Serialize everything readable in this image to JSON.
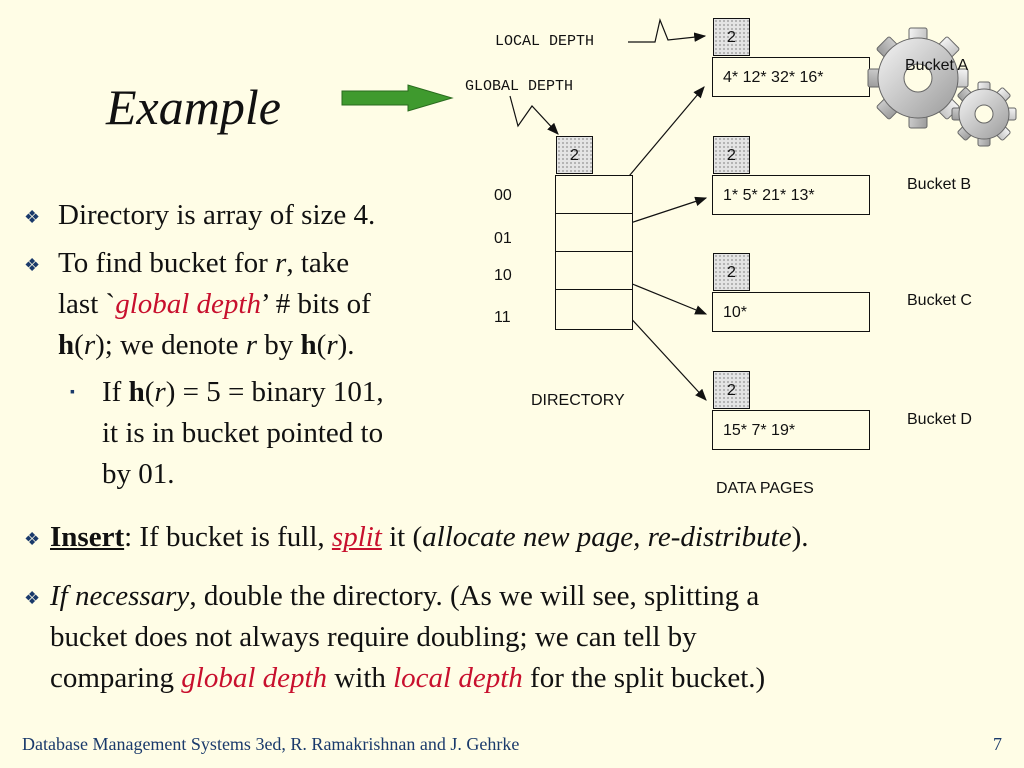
{
  "title": "Example",
  "bullets": [
    {
      "text": "Directory is array of size 4."
    },
    {
      "pre": "To find bucket for ",
      "r": "r",
      "mid1": ", take",
      "line2a": "last `",
      "gd": "global depth",
      "line2b": "’ # bits of",
      "h": "h",
      "p1": "(",
      "r2": "r",
      "p2": "); we denote ",
      "r3": "r",
      "by": " by ",
      "h2": "h",
      "p3": "(",
      "r4": "r",
      "p4": ")."
    },
    {
      "sub": true,
      "if": "If ",
      "h": "h",
      "p1": "(",
      "r": "r",
      "rest": ") = 5 = binary 101,",
      "line2": "it is in bucket pointed to",
      "line3": "by 01."
    }
  ],
  "insert": {
    "label": "Insert",
    "colon": ":  If bucket is full, ",
    "split": "split",
    "it": " it (",
    "alloc": "allocate new page, re-distribute",
    "close": ")."
  },
  "necessary": {
    "ifnec": "If necessary",
    "line1": ", double the directory.  (As we will see, splitting a",
    "line2": "bucket does not always require doubling; we can tell by",
    "line3a": "comparing ",
    "gd": "global depth",
    "with": " with ",
    "ld": "local depth",
    "line3b": " for the split bucket.)"
  },
  "diagram": {
    "local_depth_label": "LOCAL DEPTH",
    "global_depth_label": "GLOBAL DEPTH",
    "global_depth": "2",
    "directory_entries": [
      "00",
      "01",
      "10",
      "11"
    ],
    "directory_label": "DIRECTORY",
    "data_pages_label": "DATA PAGES",
    "buckets": [
      {
        "name": "Bucket A",
        "depth": "2",
        "contents": "4*   12*  32* 16*"
      },
      {
        "name": "Bucket B",
        "depth": "2",
        "contents": "1*    5*   21*  13*"
      },
      {
        "name": "Bucket C",
        "depth": "2",
        "contents": "10*"
      },
      {
        "name": "Bucket D",
        "depth": "2",
        "contents": "15*   7*   19*"
      }
    ]
  },
  "footer": "Database Management Systems 3ed,  R. Ramakrishnan and J. Gehrke",
  "page_number": "7",
  "colors": {
    "background": "#fffde6",
    "accent_red": "#c8102e",
    "arrow_green": "#3f9a2e",
    "footer_blue": "#1a3a6b"
  }
}
